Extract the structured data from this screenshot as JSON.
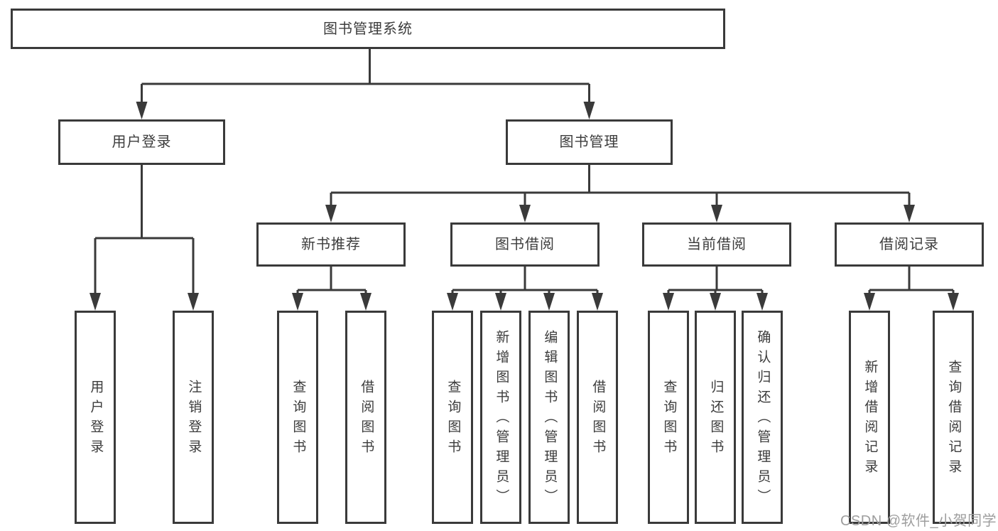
{
  "diagram": {
    "tree": {
      "label": "图书管理系统",
      "children": [
        {
          "label": "用户登录",
          "children": [
            {
              "label": "用户登录"
            },
            {
              "label": "注销登录"
            }
          ]
        },
        {
          "label": "图书管理",
          "children": [
            {
              "label": "新书推荐",
              "children": [
                {
                  "label": "查询图书"
                },
                {
                  "label": "借阅图书"
                }
              ]
            },
            {
              "label": "图书借阅",
              "children": [
                {
                  "label": "查询图书"
                },
                {
                  "label": "新增图书（管理员）"
                },
                {
                  "label": "编辑图书（管理员）"
                },
                {
                  "label": "借阅图书"
                }
              ]
            },
            {
              "label": "当前借阅",
              "children": [
                {
                  "label": "查询图书"
                },
                {
                  "label": "归还图书"
                },
                {
                  "label": "确认归还（管理员）"
                }
              ]
            },
            {
              "label": "借阅记录",
              "children": [
                {
                  "label": "新增借阅记录"
                },
                {
                  "label": "查询借阅记录"
                }
              ]
            }
          ]
        }
      ]
    },
    "watermark": "CSDN @软件_小贺同学",
    "colors": {
      "line": "#3a3a3a",
      "text": "#3c3c3c",
      "watermark": "#9e9e9e",
      "background": "#ffffff"
    }
  }
}
